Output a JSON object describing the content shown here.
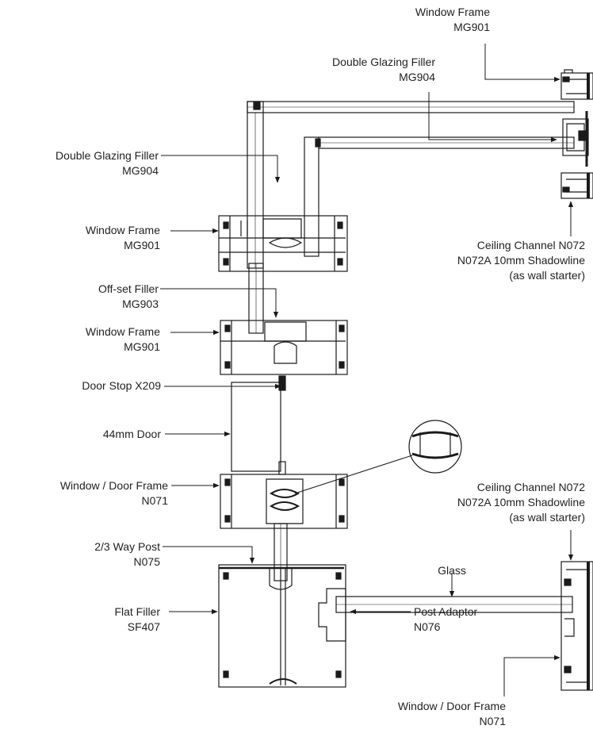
{
  "diagram": {
    "callouts": {
      "window_frame_top": {
        "line1": "Window Frame",
        "line2": "MG901"
      },
      "double_glazing_filler_top": {
        "line1": "Double Glazing Filler",
        "line2": "MG904"
      },
      "double_glazing_filler_left": {
        "line1": "Double Glazing Filler",
        "line2": "MG904"
      },
      "window_frame_left_1": {
        "line1": "Window Frame",
        "line2": "MG901"
      },
      "ceiling_channel_top": {
        "line1": "Ceiling Channel N072",
        "line2": "N072A 10mm Shadowline",
        "line3": "(as wall starter)"
      },
      "offset_filler": {
        "line1": "Off-set Filler",
        "line2": "MG903"
      },
      "window_frame_left_2": {
        "line1": "Window Frame",
        "line2": "MG901"
      },
      "door_stop": {
        "line1": "Door Stop X209"
      },
      "door": {
        "line1": "44mm Door"
      },
      "window_door_frame_left": {
        "line1": "Window / Door Frame",
        "line2": "N071"
      },
      "ceiling_channel_bottom": {
        "line1": "Ceiling Channel N072",
        "line2": "N072A 10mm Shadowline",
        "line3": "(as wall starter)"
      },
      "way_post": {
        "line1": "2/3 Way Post",
        "line2": "N075"
      },
      "glass": {
        "line1": "Glass"
      },
      "flat_filler": {
        "line1": "Flat Filler",
        "line2": "SF407"
      },
      "post_adaptor": {
        "line1": "Post Adaptor",
        "line2": "N076"
      },
      "window_door_frame_bottom": {
        "line1": "Window / Door Frame",
        "line2": "N071"
      }
    },
    "colors": {
      "line": "#1a1a1a",
      "text": "#222222",
      "background": "#ffffff"
    }
  }
}
